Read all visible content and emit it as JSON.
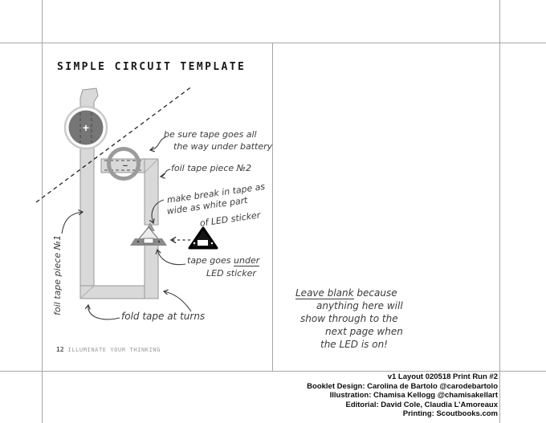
{
  "colors": {
    "tape": "#d9d9d9",
    "tape_stroke": "#979797",
    "battery": "#767676",
    "battery_ring": "#c9c9c9",
    "holder_ring": "#9b9b9b",
    "ink": "#3c3c3c",
    "trim_line": "#a6a6a6"
  },
  "page": {
    "title": "SIMPLE CIRCUIT TEMPLATE",
    "footer": {
      "page_number": "12",
      "text": "ILLUMINATE YOUR THINKING"
    }
  },
  "diagram": {
    "battery_plus_symbol": "+",
    "battery_minus_symbol": "−",
    "annotations": {
      "be_sure_line1": "be sure tape goes all",
      "be_sure_line2": "the way under battery",
      "foil_tape_2": "foil tape piece №2",
      "make_break_line1": "make break in tape as",
      "make_break_line2": "wide as white part",
      "make_break_line3": "of LED sticker",
      "tape_under_pre": "tape goes ",
      "tape_under_underlined": "under",
      "tape_under_line2": "LED sticker",
      "fold_tape": "fold tape at turns",
      "foil_tape_1": "foil tape piece №1"
    }
  },
  "right_page": {
    "note_line1_underlined": "Leave blank",
    "note_line1_rest": " because",
    "note_line2": "anything here will",
    "note_line3": "show through to the",
    "note_line4": "next page when",
    "note_line5": "the LED is on!"
  },
  "credits": {
    "line1": "v1 Layout 020518 Print Run #2",
    "line2": "Booklet Design: Carolina de Bartolo @carodebartolo",
    "line3": "Illustration: Chamisa Kellogg @chamisakellart",
    "line4": "Editorial: David Cole, Claudia L’Amoreaux",
    "line5": "Printing: Scoutbooks.com"
  }
}
